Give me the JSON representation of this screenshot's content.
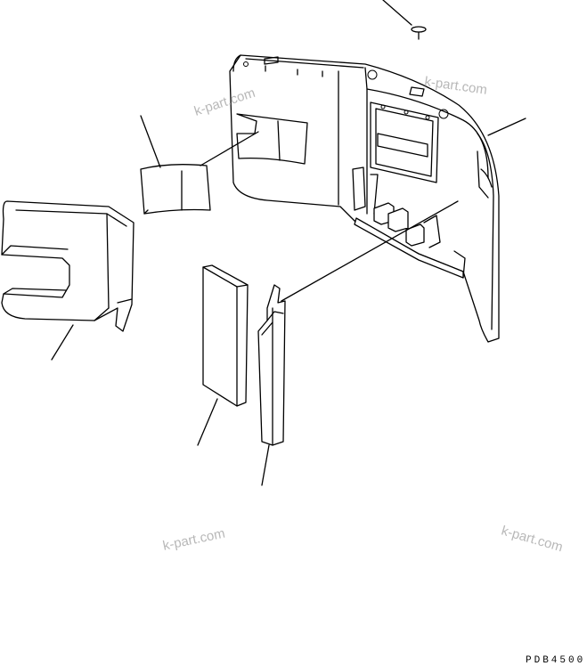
{
  "watermarks": [
    "k-part.com",
    "k-part.com",
    "k-part.com",
    "k-part.com"
  ],
  "drawing_code": "PDB4500"
}
